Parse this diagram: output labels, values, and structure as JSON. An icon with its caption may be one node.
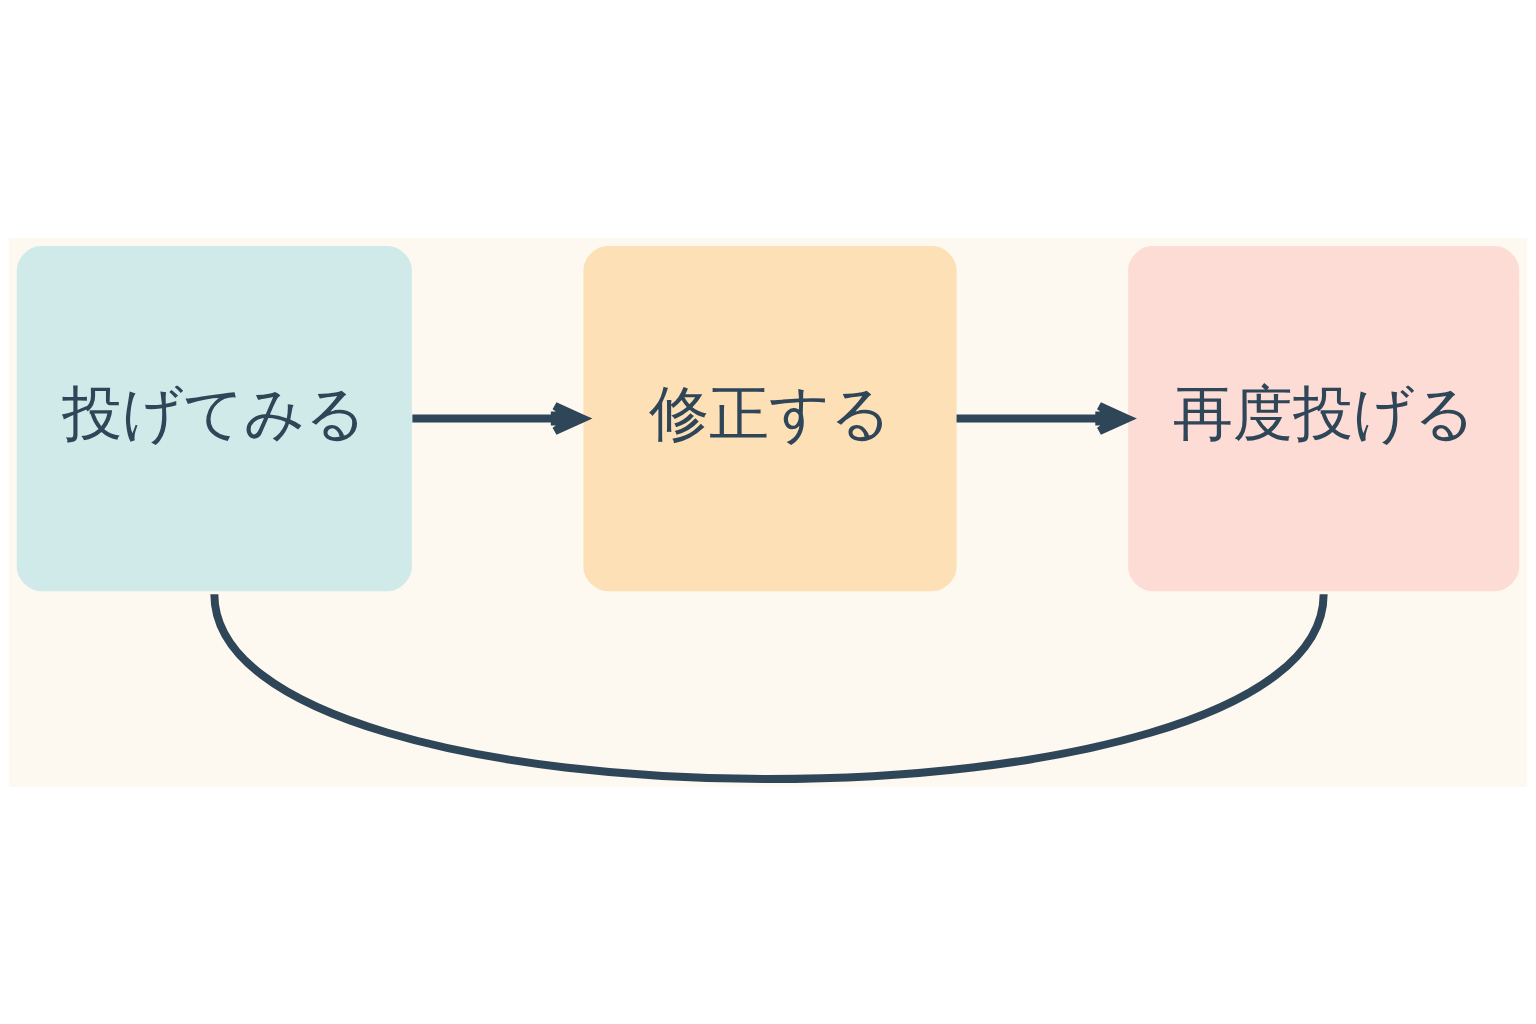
{
  "diagram": {
    "nodes": [
      {
        "text": [
          "投げてみる"
        ]
      },
      {
        "text": [
          "修正する"
        ]
      },
      {
        "text": [
          "再度投げる"
        ]
      }
    ],
    "edges": [
      {
        "from": 0,
        "to": 1,
        "arrow": "to"
      },
      {
        "from": 1,
        "to": 2,
        "arrow": "to"
      },
      {
        "from": 0,
        "to": 2,
        "arrow": "none"
      }
    ]
  }
}
